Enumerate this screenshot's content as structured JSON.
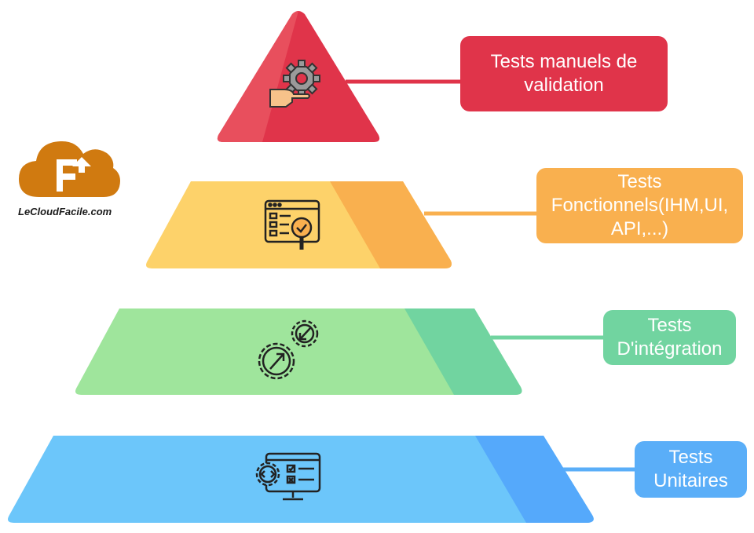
{
  "logo": {
    "text": "LeCloudFacile.com",
    "color": "#d07a10"
  },
  "levels": [
    {
      "id": "manual",
      "label": "Tests manuels de\nvalidation",
      "icon": "hand-gear-icon",
      "color_main": "#e0344a",
      "color_light": "#e9525f"
    },
    {
      "id": "functional",
      "label": "Tests\nFonctionnels(IHM,UI,\nAPI,...)",
      "icon": "web-inspection-icon",
      "color_main": "#fdd26a",
      "color_dark": "#f9b04f"
    },
    {
      "id": "integration",
      "label": "Tests\nD'intégration",
      "icon": "gears-arrows-icon",
      "color_main": "#9fe59c",
      "color_dark": "#71d4a0"
    },
    {
      "id": "unit",
      "label": "Tests\nUnitaires",
      "icon": "monitor-checklist-icon",
      "color_main": "#6cc6fa",
      "color_dark": "#55a9fb"
    }
  ]
}
